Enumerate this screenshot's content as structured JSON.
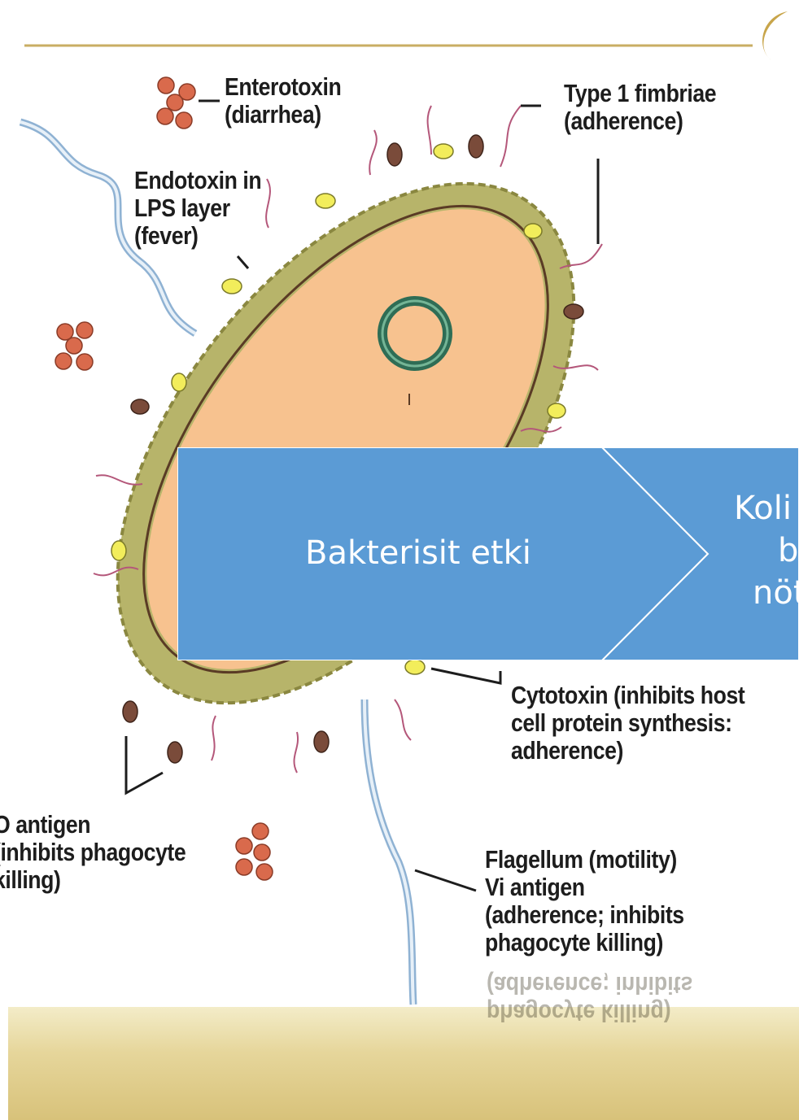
{
  "labels": {
    "enterotoxin": [
      "Enterotoxin",
      "(diarrhea)"
    ],
    "fimbriae": [
      "Type 1 fimbriae",
      "(adherence)"
    ],
    "endotoxin": [
      "Endotoxin in",
      "LPS layer",
      "(fever)"
    ],
    "cytotoxin": [
      "Cytotoxin (inhibits host",
      "cell protein synthesis:",
      "adherence)"
    ],
    "o_antigen": [
      "O antigen",
      "(inhibits phagocyte",
      "killing)"
    ],
    "flagellum": [
      "Flagellum (motility)",
      "Vi antigen",
      "(adherence; inhibits",
      "phagocyte killing)"
    ]
  },
  "process": {
    "step1": "Bakterisit etki",
    "step2_lines": [
      "Koli",
      "b",
      "nöt"
    ]
  },
  "colors": {
    "accent_blue": "#5b9bd5",
    "cell_fill": "#f7c28f",
    "capsule": "#b9b66b",
    "gold_rule": "#c8a54a"
  }
}
